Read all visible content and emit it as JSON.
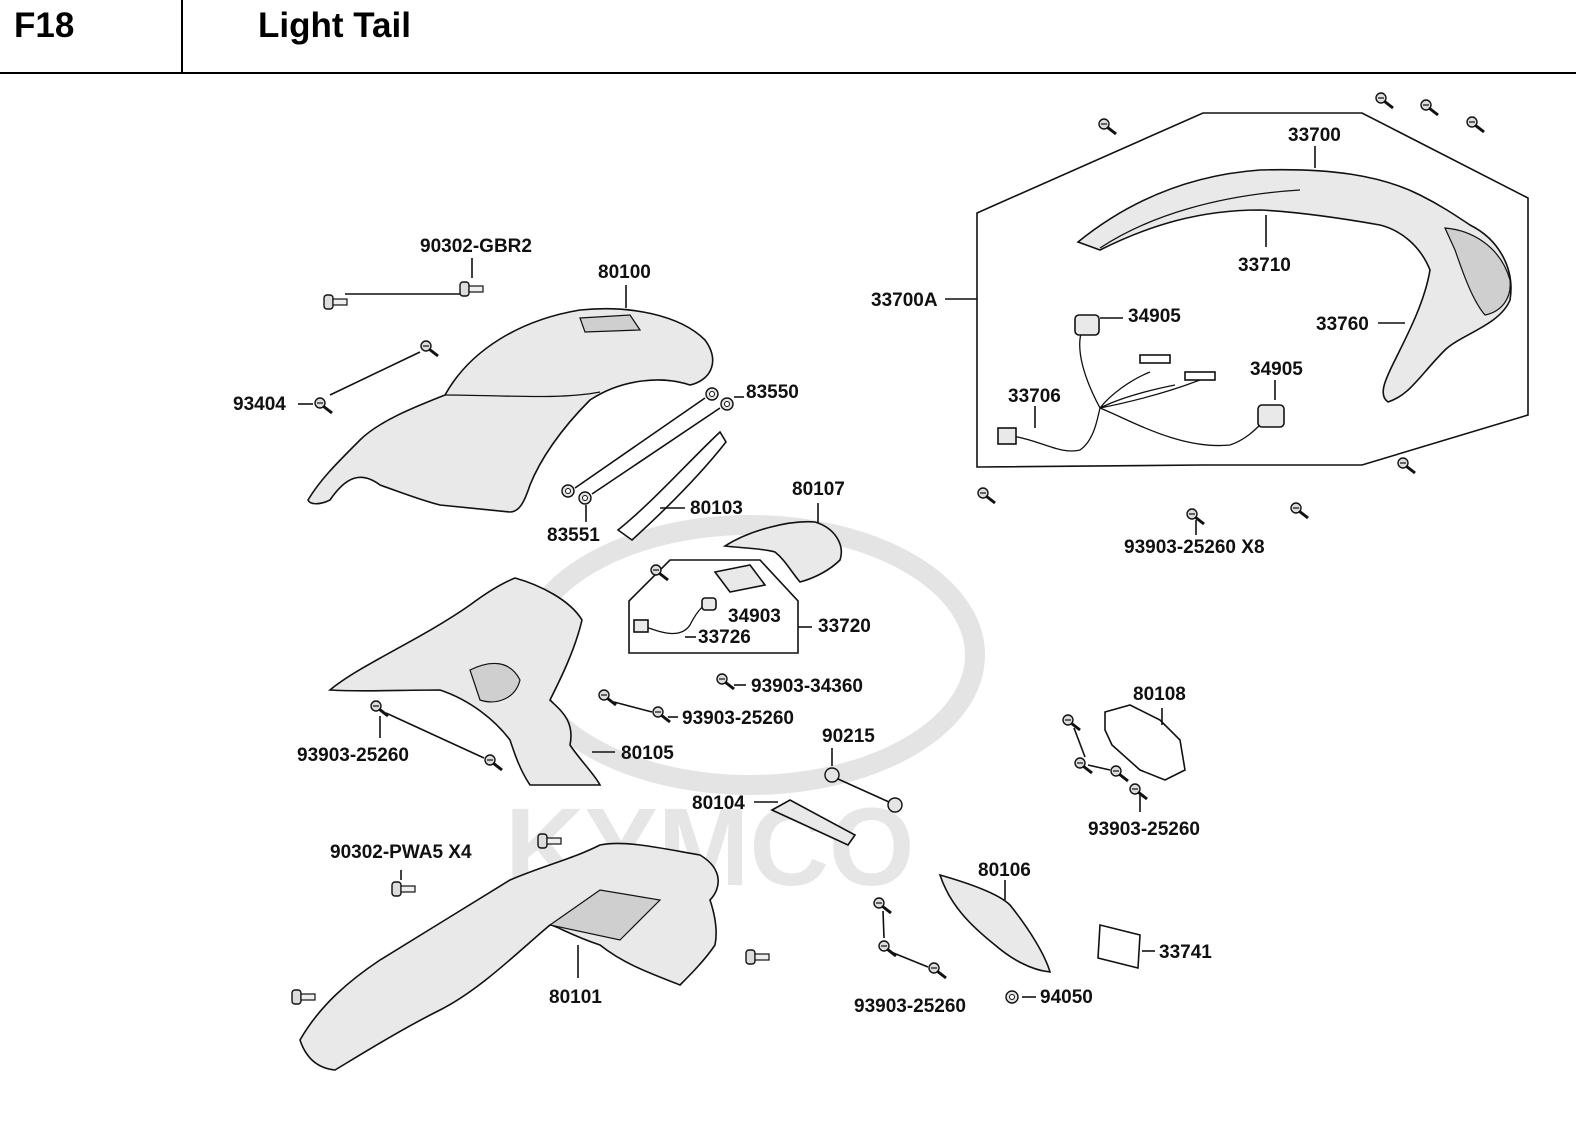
{
  "header": {
    "code": "F18",
    "title": "Light Tail"
  },
  "watermark": {
    "text": "KYMCO",
    "color": "#d9d9d9"
  },
  "labels": {
    "l_90302_gbr2": "90302-GBR2",
    "l_80100": "80100",
    "l_93404": "93404",
    "l_83550": "83550",
    "l_80103": "80103",
    "l_83551": "83551",
    "l_80107": "80107",
    "l_33700": "33700",
    "l_33710": "33710",
    "l_33700a": "33700A",
    "l_34905a": "34905",
    "l_34905b": "34905",
    "l_33760": "33760",
    "l_33706": "33706",
    "l_93903_x8": "93903-25260 X8",
    "l_34903": "34903",
    "l_33726": "33726",
    "l_33720": "33720",
    "l_93903_34360": "93903-34360",
    "l_93903_mid": "93903-25260",
    "l_93903_left": "93903-25260",
    "l_80105": "80105",
    "l_90215": "90215",
    "l_80104": "80104",
    "l_80108": "80108",
    "l_93903_right": "93903-25260",
    "l_90302_pwa5": "90302-PWA5   X4",
    "l_80106": "80106",
    "l_80101": "80101",
    "l_33741": "33741",
    "l_94050": "94050",
    "l_93903_bottom": "93903-25260"
  },
  "icons": [
    "screw-icon",
    "bolt-icon",
    "nut-icon",
    "grommet-icon",
    "bulb-socket-icon"
  ]
}
